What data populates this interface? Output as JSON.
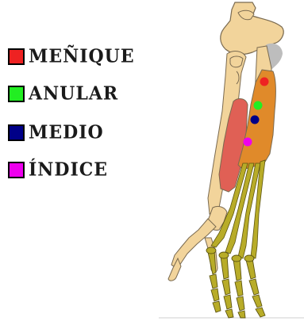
{
  "legend": {
    "items": [
      {
        "label": "MEÑIQUE",
        "color": "#ee2222"
      },
      {
        "label": "ANULAR",
        "color": "#22ee22"
      },
      {
        "label": "MEDIO",
        "color": "#000088"
      },
      {
        "label": "ÍNDICE",
        "color": "#ee00ee"
      }
    ]
  },
  "illustration": {
    "subject": "forearm-and-hand-anatomy",
    "colors": {
      "bone": "#f2d49b",
      "bone_outline": "#7a6a50",
      "ulna_shadow": "#bdbdbd",
      "muscle_orange": "#e08a2a",
      "muscle_red": "#e06055",
      "tendon_hand": "#b8ac28",
      "tendon_outline": "#5c5410"
    },
    "markers": [
      {
        "finger": "MEÑIQUE",
        "color": "#ee2222"
      },
      {
        "finger": "ANULAR",
        "color": "#22ee22"
      },
      {
        "finger": "MEDIO",
        "color": "#000088"
      },
      {
        "finger": "ÍNDICE",
        "color": "#ee00ee"
      }
    ]
  }
}
